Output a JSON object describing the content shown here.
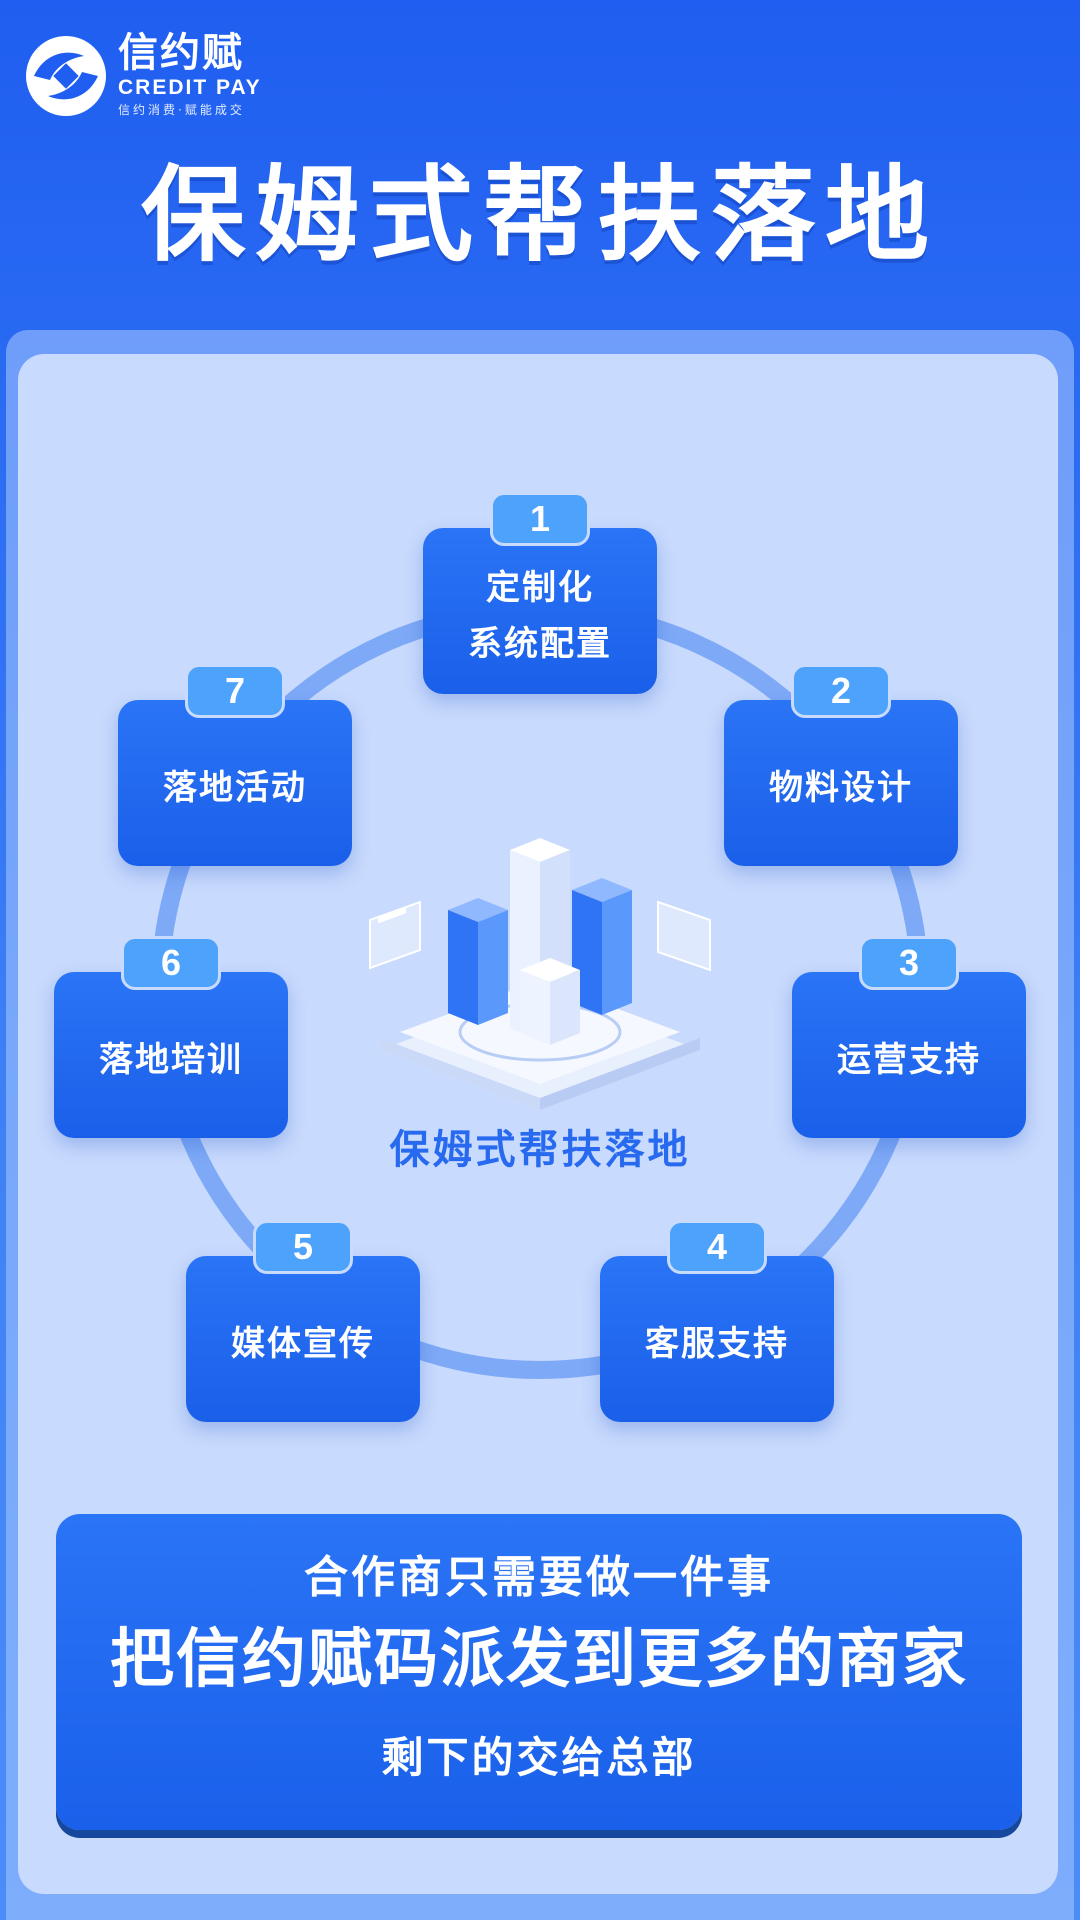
{
  "header": {
    "logo_icon": "credit-pay-logo-icon",
    "brand_cn": "信约赋",
    "brand_en": "CREDIT PAY",
    "slogan": "信约消费·赋能成交",
    "title": "保姆式帮扶落地"
  },
  "steps": [
    {
      "number": "1",
      "label": "定制化\n系统配置"
    },
    {
      "number": "2",
      "label": "物料设计"
    },
    {
      "number": "3",
      "label": "运营支持"
    },
    {
      "number": "4",
      "label": "客服支持"
    },
    {
      "number": "5",
      "label": "媒体宣传"
    },
    {
      "number": "6",
      "label": "落地培训"
    },
    {
      "number": "7",
      "label": "落地活动"
    }
  ],
  "center": {
    "illustration_icon": "buildings-platform-icon",
    "caption": "保姆式帮扶落地"
  },
  "banner": {
    "line1": "合作商只需要做一件事",
    "line2": "把信约赋码派发到更多的商家",
    "line3": "剩下的交给总部"
  },
  "colors": {
    "background": "#2b6cf3",
    "panel": "#c8dafd",
    "card": "#1f66ef",
    "badge": "#4da2fb",
    "ring": "#7ea9f7",
    "caption": "#2769ef"
  }
}
